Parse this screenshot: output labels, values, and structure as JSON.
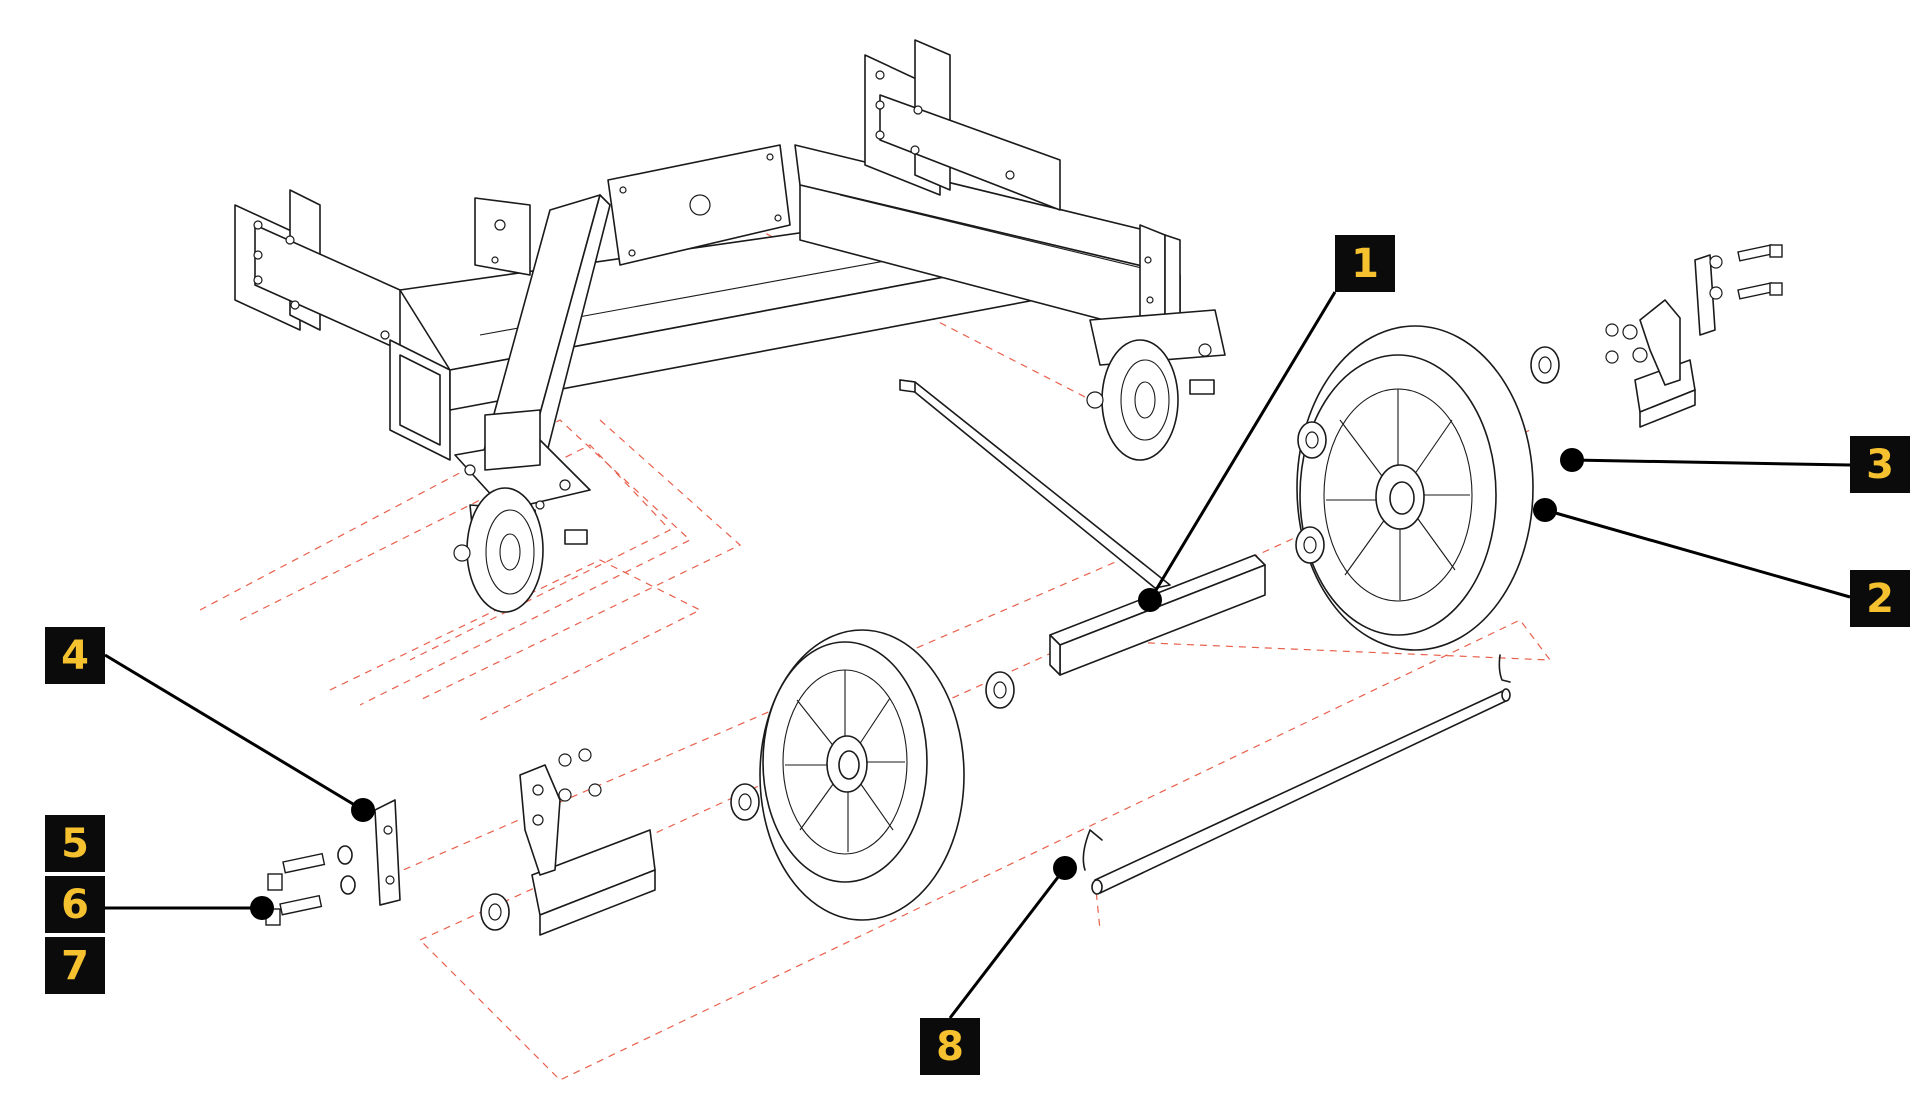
{
  "callouts": [
    {
      "id": "callout-1",
      "number": "1"
    },
    {
      "id": "callout-2",
      "number": "2"
    },
    {
      "id": "callout-3",
      "number": "3"
    },
    {
      "id": "callout-4",
      "number": "4"
    },
    {
      "id": "callout-5",
      "number": "5"
    },
    {
      "id": "callout-6",
      "number": "6"
    },
    {
      "id": "callout-7",
      "number": "7"
    },
    {
      "id": "callout-8",
      "number": "8"
    }
  ],
  "colors": {
    "callout_background": "#0b0b0b",
    "callout_text": "#f5c12e",
    "assembly_guide_lines": "#e8604c",
    "line_art": "#1a1a1a"
  }
}
